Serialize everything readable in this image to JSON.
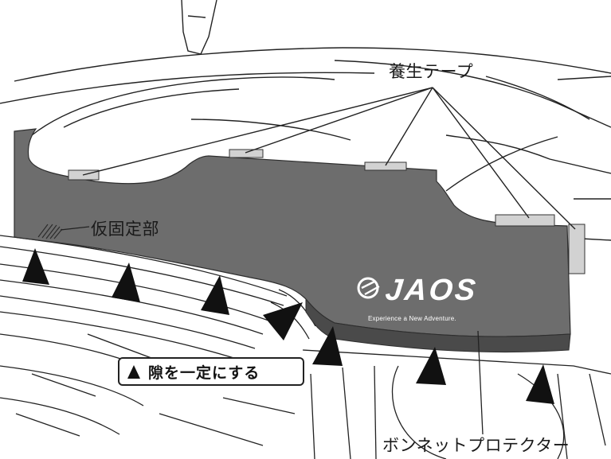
{
  "labels": {
    "curing_tape": "養生テープ",
    "temp_fix": "仮固定部",
    "gap_note": "隙を一定にする",
    "protector": "ボンネットプロテクター"
  },
  "brand": {
    "name": "JAOS",
    "tagline": "Experience a New Adventure."
  },
  "colors": {
    "protector": "#6d6d6d",
    "protector_edge": "#4a4a4a",
    "tape": "#d2d2d2",
    "line": "#222222"
  }
}
